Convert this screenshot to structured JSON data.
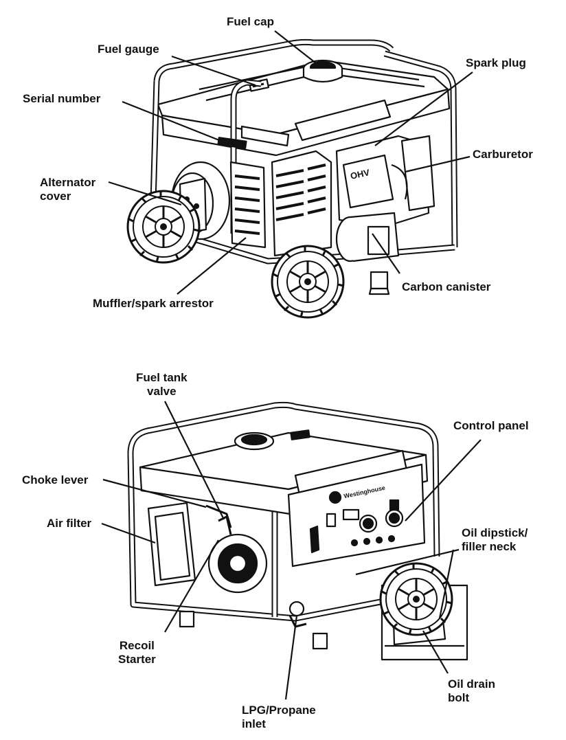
{
  "top_figure": {
    "labels": {
      "fuel_cap": "Fuel cap",
      "fuel_gauge": "Fuel gauge",
      "spark_plug": "Spark plug",
      "serial_number": "Serial number",
      "carburetor": "Carburetor",
      "alternator_cover_line1": "Alternator",
      "alternator_cover_line2": "cover",
      "carbon_canister": "Carbon canister",
      "muffler": "Muffler/spark arrestor",
      "engine_marking": "OHV"
    }
  },
  "bottom_figure": {
    "labels": {
      "fuel_tank_valve_line1": "Fuel tank",
      "fuel_tank_valve_line2": "valve",
      "control_panel": "Control panel",
      "choke_lever": "Choke lever",
      "air_filter": "Air filter",
      "oil_dipstick_line1": "Oil dipstick/",
      "oil_dipstick_line2": "filler neck",
      "recoil_starter_line1": "Recoil",
      "recoil_starter_line2": "Starter",
      "oil_drain_line1": "Oil drain",
      "oil_drain_line2": "bolt",
      "lpg_line1": "LPG/Propane",
      "lpg_line2": "inlet",
      "brand_marking": "Westinghouse"
    }
  }
}
